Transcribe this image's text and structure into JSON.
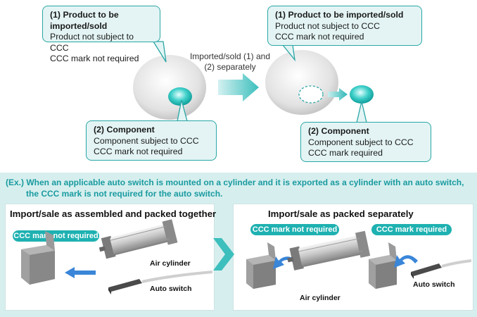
{
  "callouts": {
    "left_product": {
      "title": "(1) Product to be imported/sold",
      "line1": "Product not subject to CCC",
      "line2": "CCC mark not required"
    },
    "right_product": {
      "title": "(1) Product to be imported/sold",
      "line1": "Product not subject to CCC",
      "line2": "CCC mark not required"
    },
    "left_component": {
      "title": "(2) Component",
      "line1": "Component subject to CCC",
      "line2": "CCC mark not required"
    },
    "right_component": {
      "title": "(2) Component",
      "line1": "Component subject to CCC",
      "line2": "CCC mark required"
    }
  },
  "separate_text": {
    "line1": "Imported/sold (1) and",
    "line2": "(2) separately"
  },
  "example": {
    "line1": "(Ex.) When an applicable auto switch is mounted on a cylinder and it is exported as a cylinder with an auto switch,",
    "line2": "the CCC mark is not required for the auto switch."
  },
  "panel_left": {
    "title": "Import/sale as assembled and packed together",
    "badge": "CCC mark not required",
    "air_cylinder": "Air cylinder",
    "auto_switch": "Auto switch"
  },
  "panel_right": {
    "title": "Import/sale as packed separately",
    "badge_cylinder": "CCC mark not required",
    "badge_switch": "CCC mark required",
    "air_cylinder": "Air cylinder",
    "auto_switch": "Auto switch"
  },
  "colors": {
    "teal": "#1fb1b1",
    "callout_bg": "#e4f4f4",
    "band_bg": "#d6efee",
    "arrow_blue": "#3a86d8"
  }
}
